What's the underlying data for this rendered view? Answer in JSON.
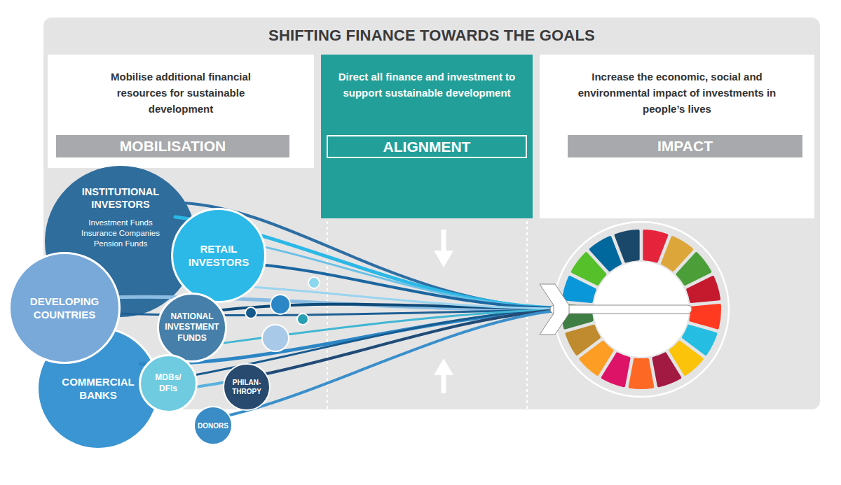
{
  "diagram": {
    "title": "SHIFTING FINANCE TOWARDS THE GOALS",
    "nodes": [
      {
        "text": [
          "Mobilise additional financial resources for sustainable development"
        ]
      },
      {
        "text": [
          "MOBILISATION"
        ],
        "in": 0
      },
      {
        "text": [
          "Direct all finance and investment to support sustainable development"
        ]
      },
      {
        "text": [
          "ALIGNMENT"
        ],
        "in": 2
      },
      {
        "text": [
          "Increase the economic, social and environmental impact of investments in people’s lives"
        ]
      },
      {
        "text": [
          "IMPACT"
        ],
        "in": 4
      },
      {
        "text": [
          "INSTITUTIONAL INVESTORS",
          "Investment Funds Insurance Companies Pension Funds"
        ]
      },
      {
        "text": [
          "RETAIL INVESTORS"
        ]
      },
      {
        "text": [
          "DEVELOPING COUNTRIES"
        ]
      },
      {
        "text": [
          "NATIONAL INVESTMENT FUNDS"
        ]
      },
      {
        "text": [
          "COMMERCIAL BANKS"
        ]
      },
      {
        "text": [
          "MDBs/ DFIs"
        ]
      },
      {
        "text": [
          "PHILAN- THROPY"
        ]
      },
      {
        "text": [
          "DONORS"
        ]
      }
    ]
  }
}
